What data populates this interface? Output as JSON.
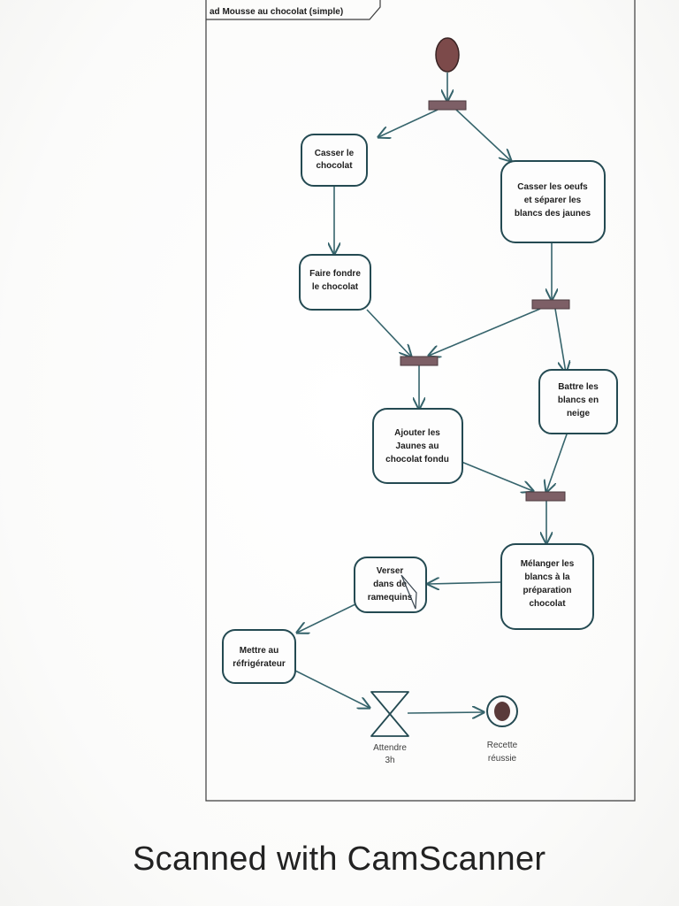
{
  "diagram": {
    "frame_title": "ad Mousse au chocolat (simple)",
    "actions": {
      "casser_chocolat": [
        "Casser le",
        "chocolat"
      ],
      "casser_oeufs": [
        "Casser les oeufs",
        "et séparer les",
        "blancs des jaunes"
      ],
      "faire_fondre": [
        "Faire fondre",
        "le chocolat"
      ],
      "battre_blancs": [
        "Battre les",
        "blancs en",
        "neige"
      ],
      "ajouter_jaunes": [
        "Ajouter les",
        "Jaunes au",
        "chocolat fondu"
      ],
      "melanger": [
        "Mélanger les",
        "blancs à la",
        "préparation",
        "chocolat"
      ],
      "verser": [
        "Verser",
        "dans de",
        "ramequins"
      ],
      "mettre_frigo": [
        "Mettre au",
        "réfrigérateur"
      ]
    },
    "wait_event": [
      "Attendre",
      "3h"
    ],
    "final_node": [
      "Recette",
      "réussie"
    ]
  },
  "footer": {
    "text": "Scanned with CamScanner"
  }
}
